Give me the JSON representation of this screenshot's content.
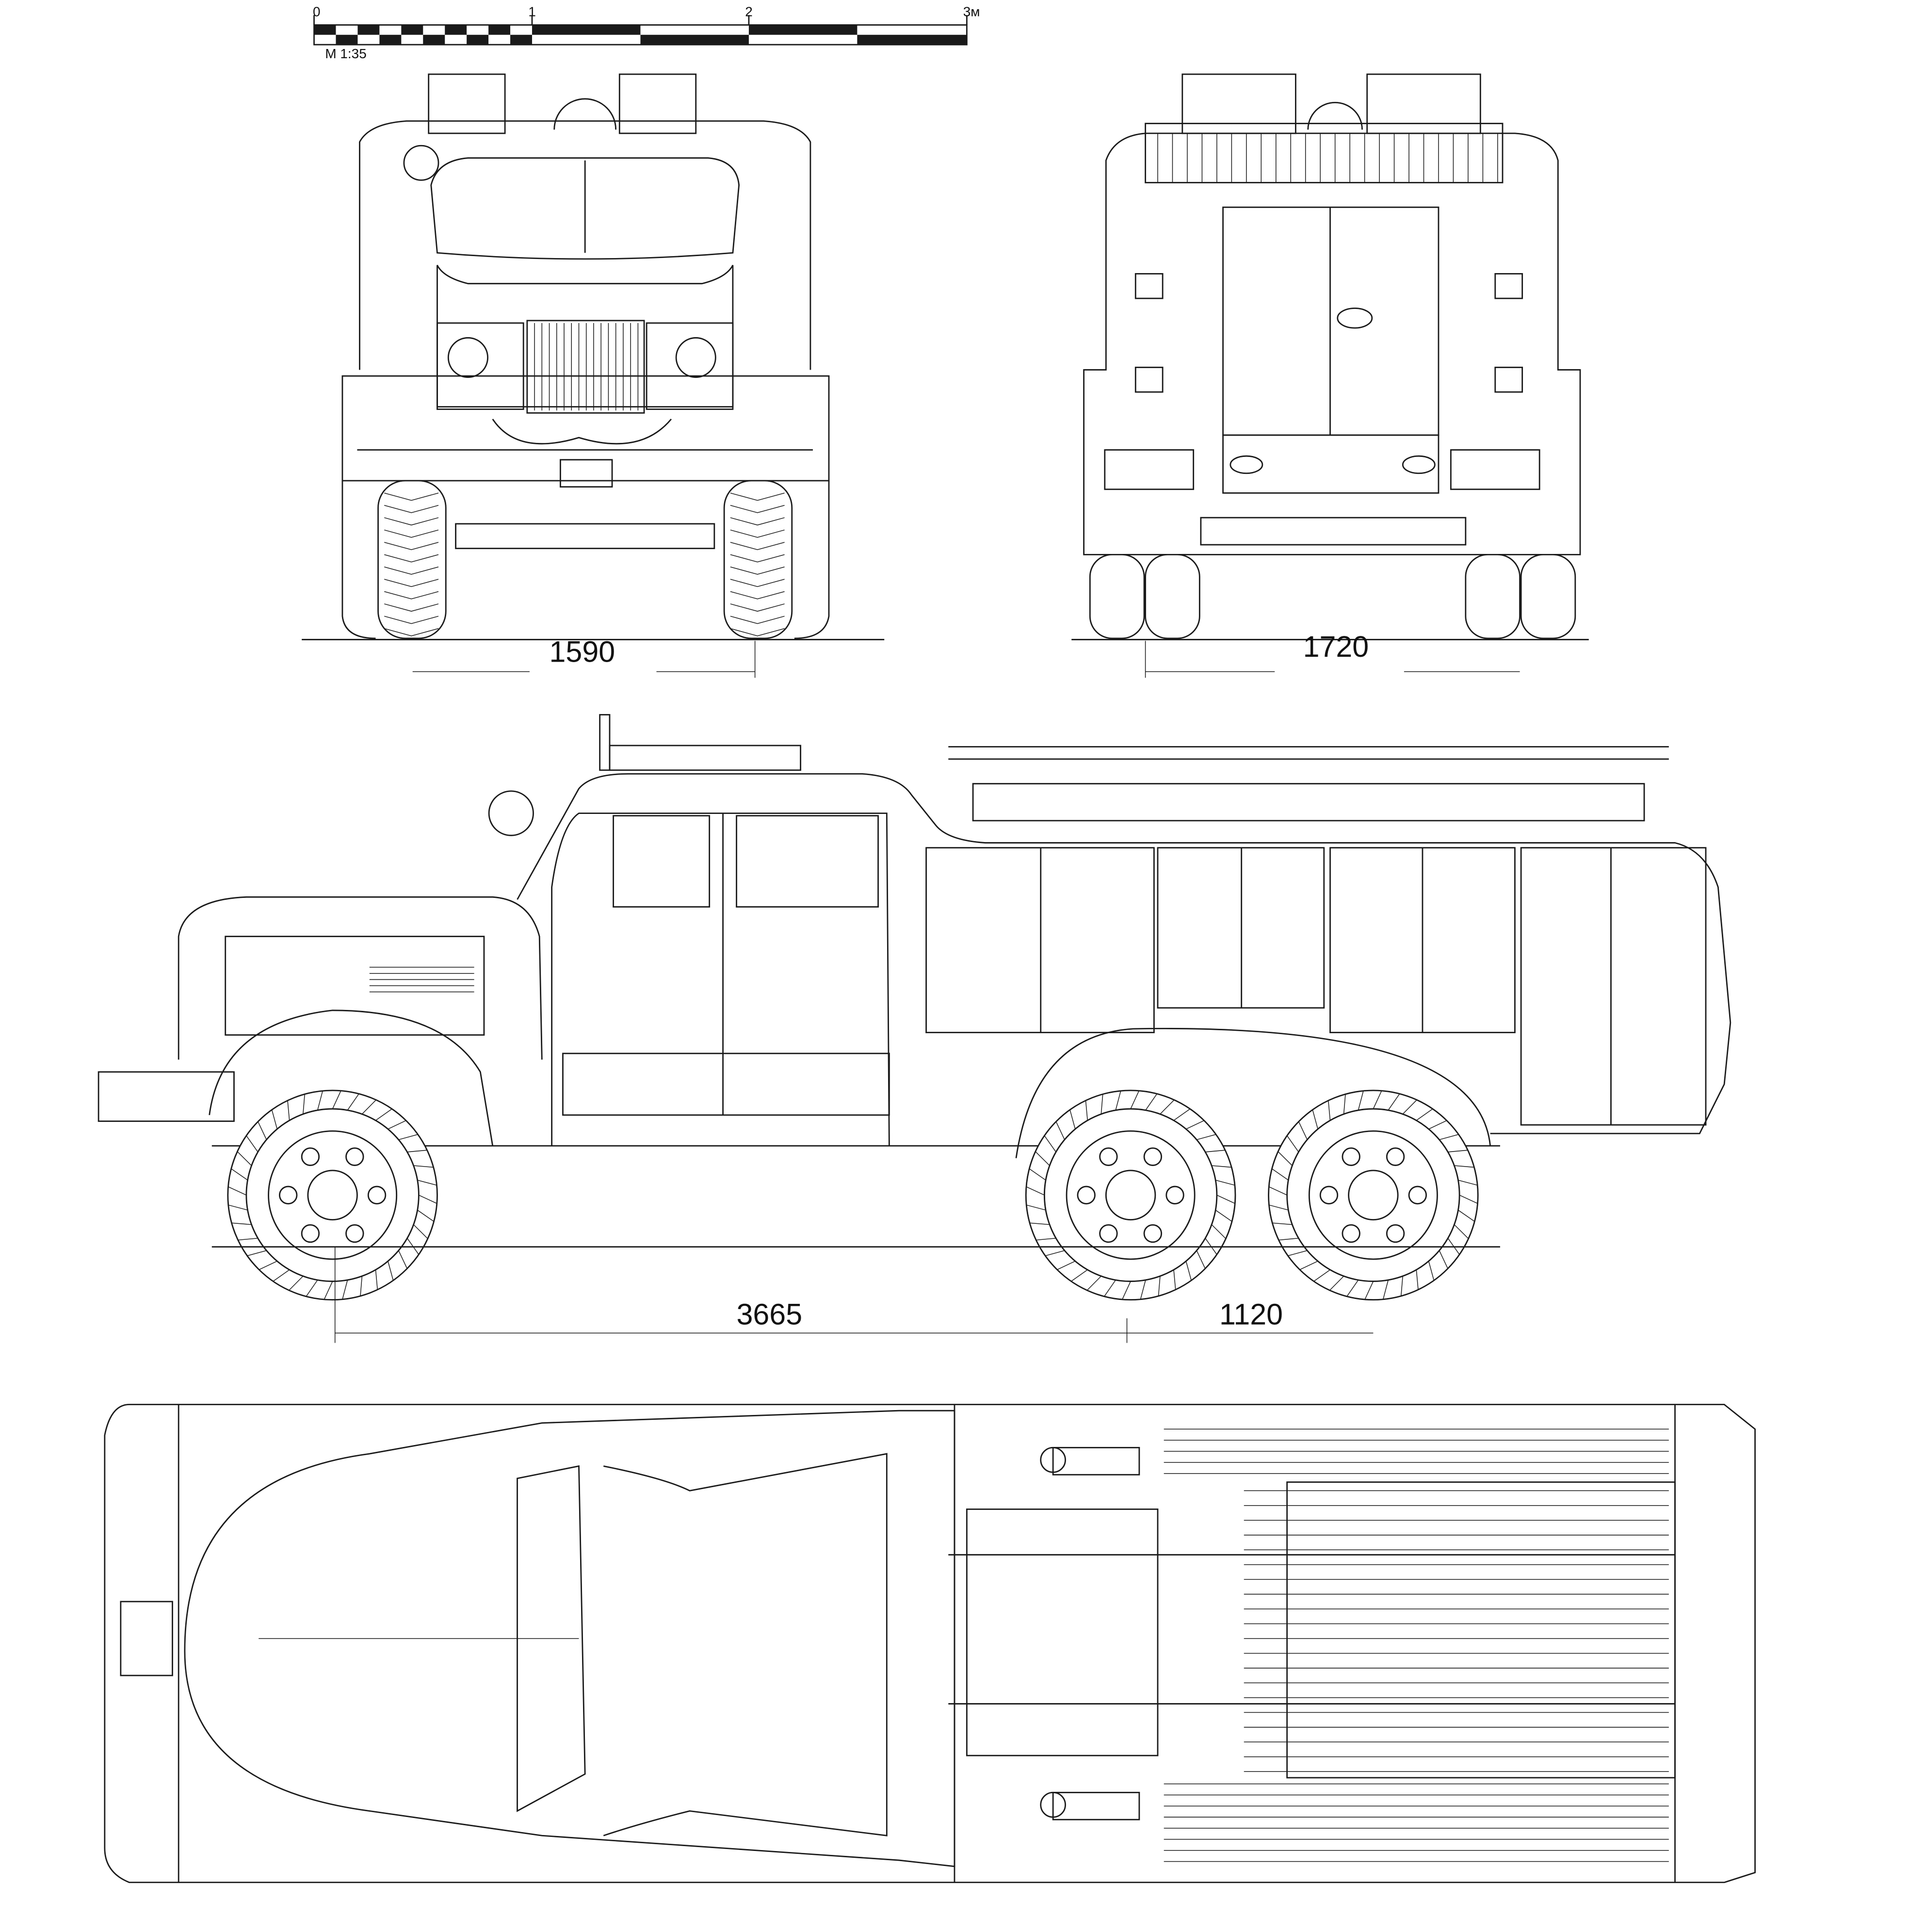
{
  "scale_bar": {
    "labels": [
      "0",
      "1",
      "2",
      "3м"
    ],
    "scale_text": "M 1:35"
  },
  "dimensions": {
    "front_track": "1590",
    "rear_track": "1720",
    "wheelbase": "3665",
    "rear_bogie": "1120"
  },
  "colors": {
    "line": "#1a1a1a",
    "background": "#ffffff"
  }
}
